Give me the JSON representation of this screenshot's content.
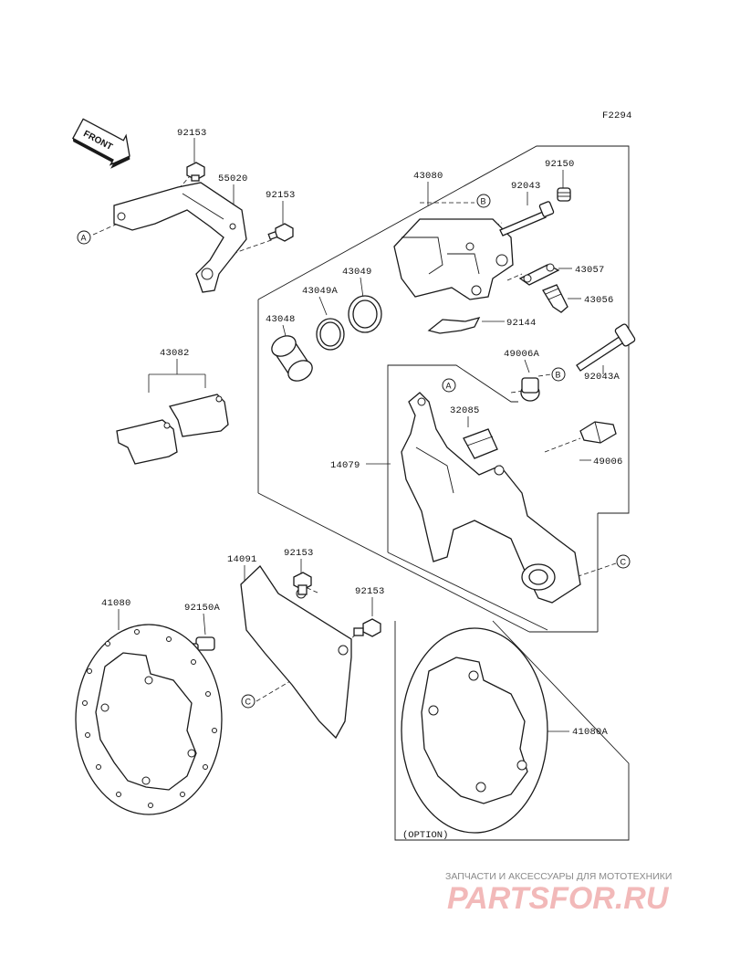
{
  "figure_code": "F2294",
  "front_label": "FRONT",
  "option_label": "(OPTION)",
  "watermark": {
    "line1": "ЗАПЧАСТИ И АКСЕССУАРЫ ДЛЯ МОТОТЕХНИКИ",
    "line2": "PARTSFOR.RU"
  },
  "parts": {
    "p92153_top": "92153",
    "p55020": "55020",
    "p92153_mid": "92153",
    "p43080": "43080",
    "p92150": "92150",
    "p92043": "92043",
    "p43057": "43057",
    "p43056": "43056",
    "p43049": "43049",
    "p43049A": "43049A",
    "p43048": "43048",
    "p92144": "92144",
    "p49006A": "49006A",
    "p92043A": "92043A",
    "p43082": "43082",
    "p32085": "32085",
    "p14079": "14079",
    "p49006": "49006",
    "p14091": "14091",
    "p92153_low": "92153",
    "p41080": "41080",
    "p92150A": "92150A",
    "p92153_bot": "92153",
    "p41080A": "41080A"
  },
  "refs": {
    "A": "A",
    "B": "B",
    "C": "C"
  }
}
